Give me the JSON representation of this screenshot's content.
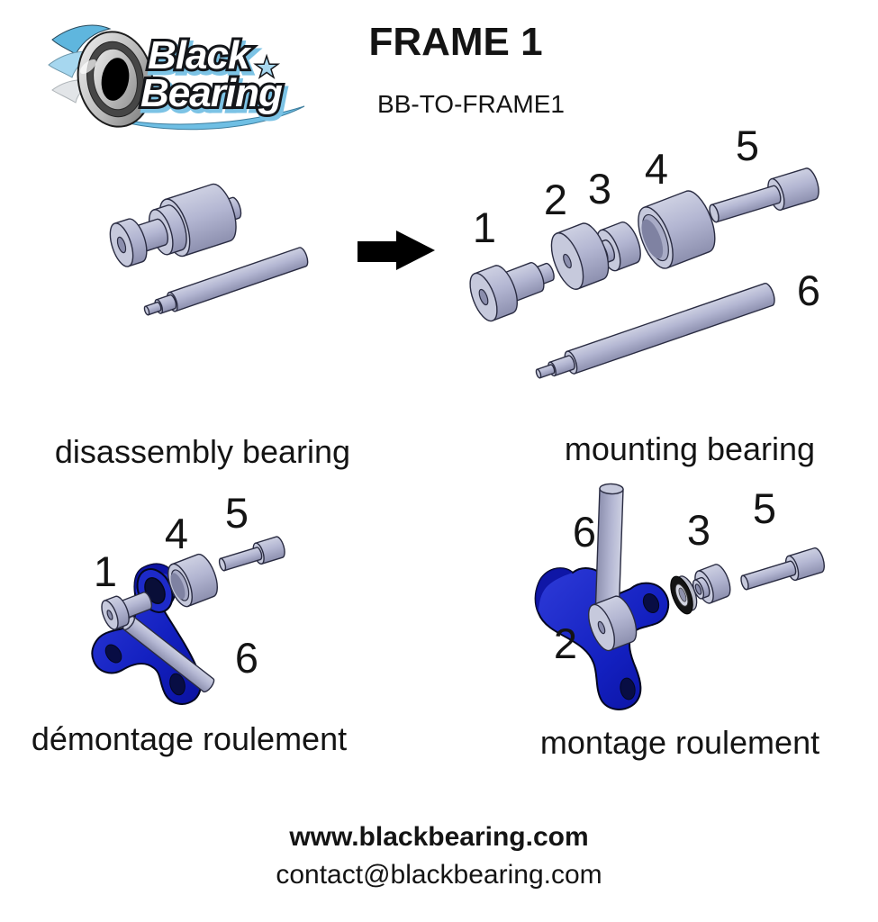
{
  "brand": {
    "word1": "Black",
    "word2": "Bearing",
    "star": "★"
  },
  "header": {
    "title": "FRAME 1",
    "subtitle": "BB-TO-FRAME1"
  },
  "exploded": {
    "labels": [
      "1",
      "2",
      "3",
      "4",
      "5",
      "6"
    ]
  },
  "disassembly": {
    "caption_en": "disassembly bearing",
    "caption_fr": "démontage roulement",
    "labels": [
      "1",
      "4",
      "5",
      "6"
    ]
  },
  "mounting": {
    "caption_en": "mounting bearing",
    "caption_fr": "montage roulement",
    "labels": [
      "6",
      "3",
      "5",
      "2"
    ]
  },
  "footer": {
    "website": "www.blackbearing.com",
    "email": "contact@blackbearing.com"
  },
  "colors": {
    "part_lavender": "#b3b6d2",
    "frame_blue": "#1522c4",
    "logo_blue": "#7cc3e5",
    "text": "#141414"
  }
}
